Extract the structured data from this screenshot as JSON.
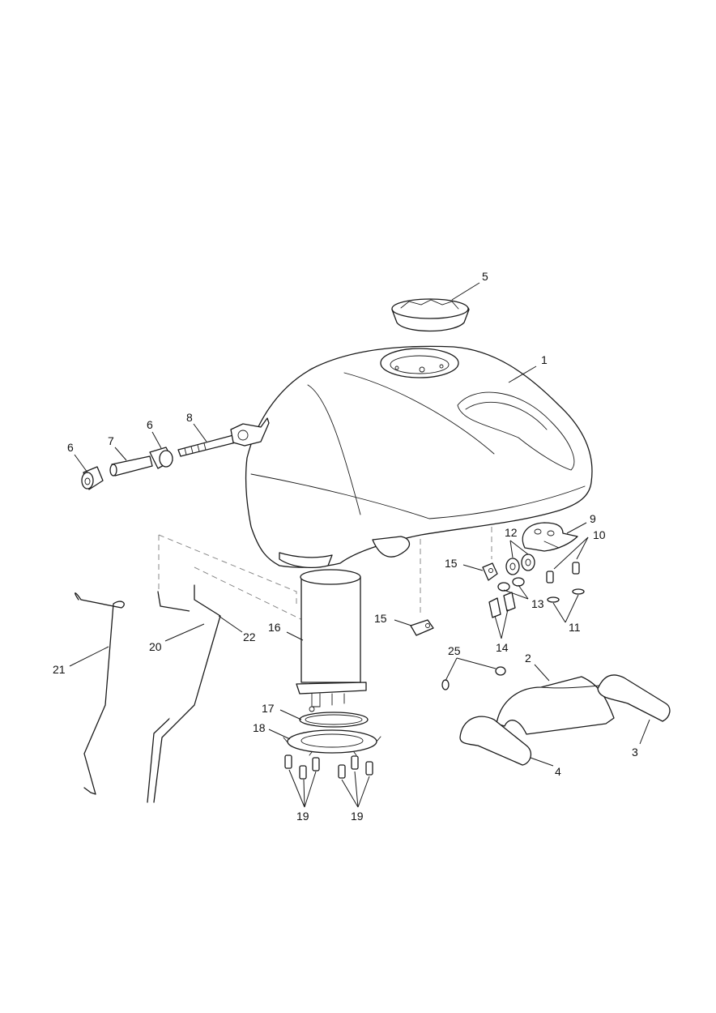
{
  "callouts": [
    "1",
    "2",
    "3",
    "4",
    "5",
    "6",
    "6",
    "7",
    "8",
    "9",
    "10",
    "11",
    "12",
    "13",
    "14",
    "15",
    "15",
    "16",
    "17",
    "18",
    "19",
    "19",
    "20",
    "21",
    "22",
    "25"
  ]
}
